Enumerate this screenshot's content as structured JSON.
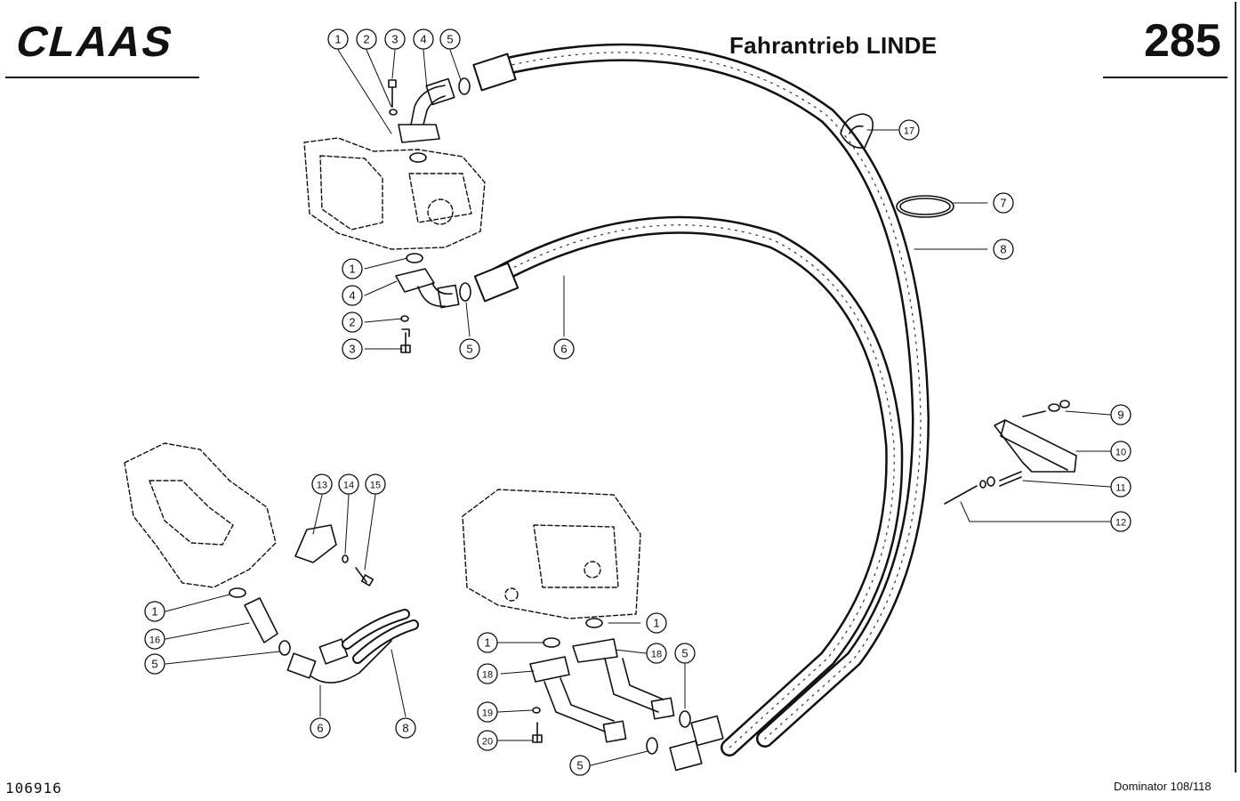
{
  "brand": {
    "logo_text": "CLAAS"
  },
  "header": {
    "title": "Fahrantrieb LINDE",
    "page_number": "285"
  },
  "footer": {
    "drawing_id": "106916",
    "model": "Dominator 108/118"
  },
  "callouts": [
    {
      "number": "1"
    },
    {
      "number": "2"
    },
    {
      "number": "3"
    },
    {
      "number": "4"
    },
    {
      "number": "5"
    },
    {
      "number": "17"
    },
    {
      "number": "7"
    },
    {
      "number": "8"
    },
    {
      "number": "1"
    },
    {
      "number": "4"
    },
    {
      "number": "2"
    },
    {
      "number": "3"
    },
    {
      "number": "5"
    },
    {
      "number": "6"
    },
    {
      "number": "9"
    },
    {
      "number": "10"
    },
    {
      "number": "11"
    },
    {
      "number": "12"
    },
    {
      "number": "13"
    },
    {
      "number": "14"
    },
    {
      "number": "15"
    },
    {
      "number": "1"
    },
    {
      "number": "16"
    },
    {
      "number": "5"
    },
    {
      "number": "6"
    },
    {
      "number": "8"
    },
    {
      "number": "1"
    },
    {
      "number": "1"
    },
    {
      "number": "18"
    },
    {
      "number": "18"
    },
    {
      "number": "5"
    },
    {
      "number": "19"
    },
    {
      "number": "20"
    },
    {
      "number": "5"
    }
  ]
}
